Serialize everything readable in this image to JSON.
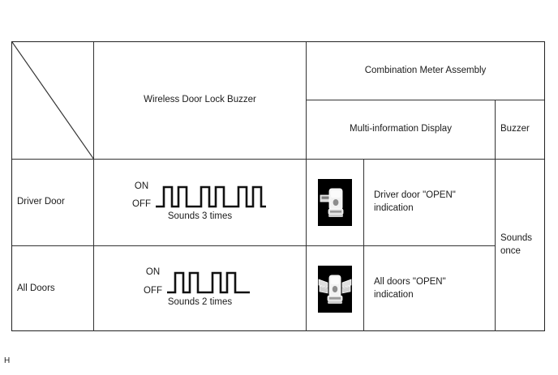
{
  "table": {
    "header": {
      "corner": "",
      "wireless_buzzer": "Wireless Door Lock Buzzer",
      "combination_meter": "Combination Meter Assembly",
      "multi_information_display": "Multi-information Display",
      "buzzer": "Buzzer"
    },
    "rows": [
      {
        "label": "Driver Door",
        "waveform": {
          "on_label": "ON",
          "off_label": "OFF",
          "caption": "Sounds 3 times",
          "pulse_groups": 3,
          "pulses_per_group": 2
        },
        "icon_name": "car-driver-door-open-icon",
        "indication": "Driver door \"OPEN\" indication"
      },
      {
        "label": "All Doors",
        "waveform": {
          "on_label": "ON",
          "off_label": "OFF",
          "caption": "Sounds 2 times",
          "pulse_groups": 2,
          "pulses_per_group": 2
        },
        "icon_name": "car-all-doors-open-icon",
        "indication": "All doors \"OPEN\" indication"
      }
    ],
    "buzzer_value": "Sounds once"
  },
  "page_marker": "H",
  "colors": {
    "border": "#333333",
    "outer_border": "#222222",
    "text": "#1a1a1a",
    "icon_background": "#000000",
    "waveform_stroke": "#111111"
  }
}
